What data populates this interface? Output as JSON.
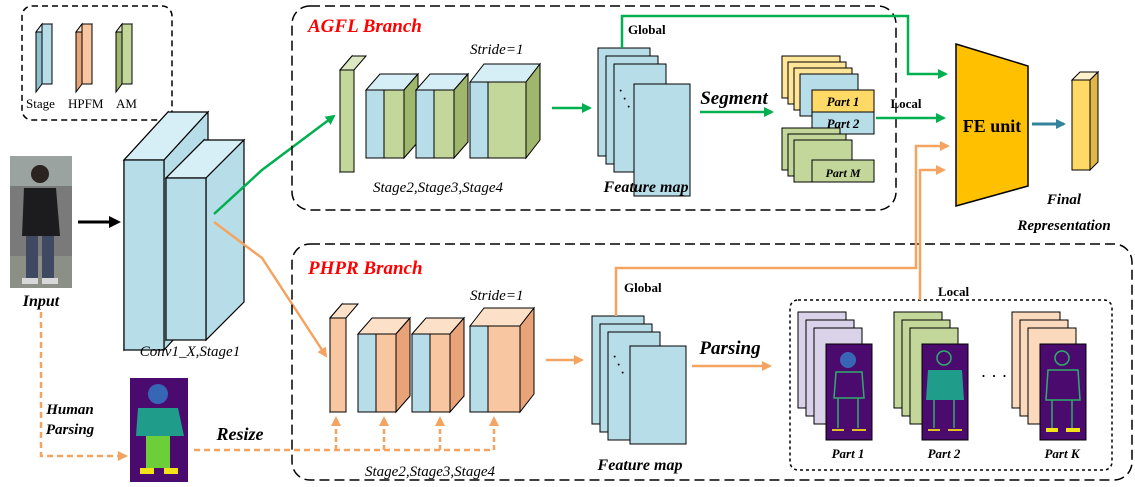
{
  "legend": {
    "stage": "Stage",
    "hpfm": "HPFM",
    "am": "AM"
  },
  "colors": {
    "stage": "#b7dde8",
    "hpfm": "#f8c7a2",
    "am": "#c4d79b",
    "green_arrow": "#00b050",
    "orange_arrow": "#f4a460",
    "fe_unit": "#ffc000",
    "final": "#ffd966",
    "teal_arrow": "#31849b",
    "branch_title": "#ff0000"
  },
  "input_label": "Input",
  "backbone_label": "Conv1_X,Stage1",
  "human_parsing_label": [
    "Human",
    "Parsing"
  ],
  "resize_label": "Resize",
  "agfl": {
    "title": "AGFL Branch",
    "stride": "Stride=1",
    "stages": "Stage2,Stage3,Stage4",
    "feature_map": "Feature map",
    "global": "Global",
    "segment": "Segment",
    "local": "Local",
    "parts": [
      "Part 1",
      "Part 2",
      "Part M"
    ]
  },
  "phpr": {
    "title": "PHPR Branch",
    "stride": "Stride=1",
    "stages": "Stage2,Stage3,Stage4",
    "feature_map": "Feature map",
    "global": "Global",
    "parsing": "Parsing",
    "local": "Local",
    "parts": [
      "Part 1",
      "Part 2",
      "Part K"
    ],
    "ellipsis": "· · ·"
  },
  "fe_unit": "FE unit",
  "final_label": [
    "Final",
    "Representation"
  ]
}
